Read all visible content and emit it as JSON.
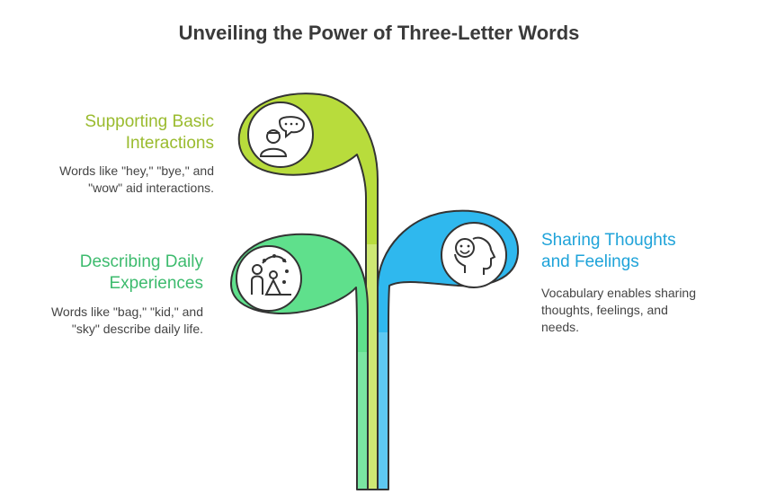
{
  "title": "Unveiling the Power of Three-Letter Words",
  "colors": {
    "green_light": "#b8dc3c",
    "green": "#5fe08c",
    "blue": "#2fb8ee",
    "outline": "#333333",
    "heading_green_light": "#9abb2e",
    "heading_green": "#3dbb6e",
    "heading_blue": "#1fa3d9"
  },
  "items": [
    {
      "heading_line1": "Supporting Basic",
      "heading_line2": "Interactions",
      "desc_line1": "Words like \"hey,\" \"bye,\" and",
      "desc_line2": "\"wow\" aid interactions.",
      "icon": "person-speech-bubble-icon"
    },
    {
      "heading_line1": "Describing Daily",
      "heading_line2": "Experiences",
      "desc_line1": "Words like \"bag,\" \"kid,\" and",
      "desc_line2": "\"sky\" describe daily life.",
      "icon": "person-playground-icon"
    },
    {
      "heading_line1": "Sharing Thoughts",
      "heading_line2": "and Feelings",
      "desc_line1": "Vocabulary enables sharing",
      "desc_line2": "thoughts, feelings, and",
      "desc_line3": "needs.",
      "icon": "smiling-head-profile-icon"
    }
  ]
}
